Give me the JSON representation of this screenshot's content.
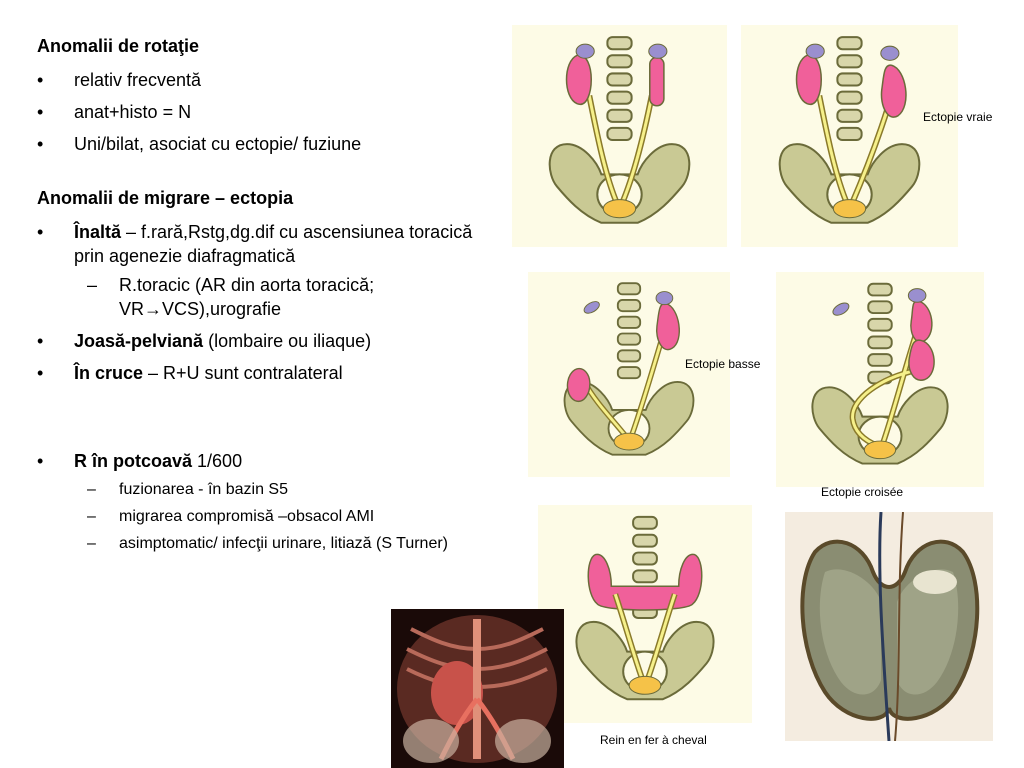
{
  "section1": {
    "title": "Anomalii de rotaţie",
    "bullets": [
      "relativ frecventă",
      "anat+histo = N",
      "Uni/bilat, asociat cu ectopie/ fuziune"
    ]
  },
  "section2": {
    "title": "Anomalii de migrare – ectopia",
    "high": {
      "label": "Înaltă",
      "text": " – f.rară,Rstg,dg.dif cu ascensiunea toracică prin agenezie diafragmatică"
    },
    "high_sub": {
      "pre": "R.toracic (AR din aorta toracică; VR",
      "arrow": "→",
      "post": "VCS),urografie"
    },
    "low": {
      "label": "Joasă-pelviană",
      "text": " (lombaire ou iliaque)"
    },
    "cross": {
      "label": "În cruce",
      "text": " – R+U sunt contralateral"
    }
  },
  "section3": {
    "label": "R în potcoavă",
    "text": " 1/600",
    "subs": [
      "fuzionarea - în bazin S5",
      "migrarea compromisă –obsacol AMI",
      "asimptomatic/ infecţii urinare, litiază (S Turner)"
    ]
  },
  "captions": {
    "vraie": "Ectopie vraie",
    "basse": "Ectopie basse",
    "croisee": "Ectopie croisée",
    "fer": "Rein en fer à cheval"
  },
  "colors": {
    "kidney": "#f0609a",
    "pelvis": "#c9c994",
    "vertebra": "#d8d6aa",
    "ureter": "#f6f08a",
    "adrenal": "#9a8fcf",
    "bladder": "#f5c248",
    "background": "#fdfbe6"
  }
}
